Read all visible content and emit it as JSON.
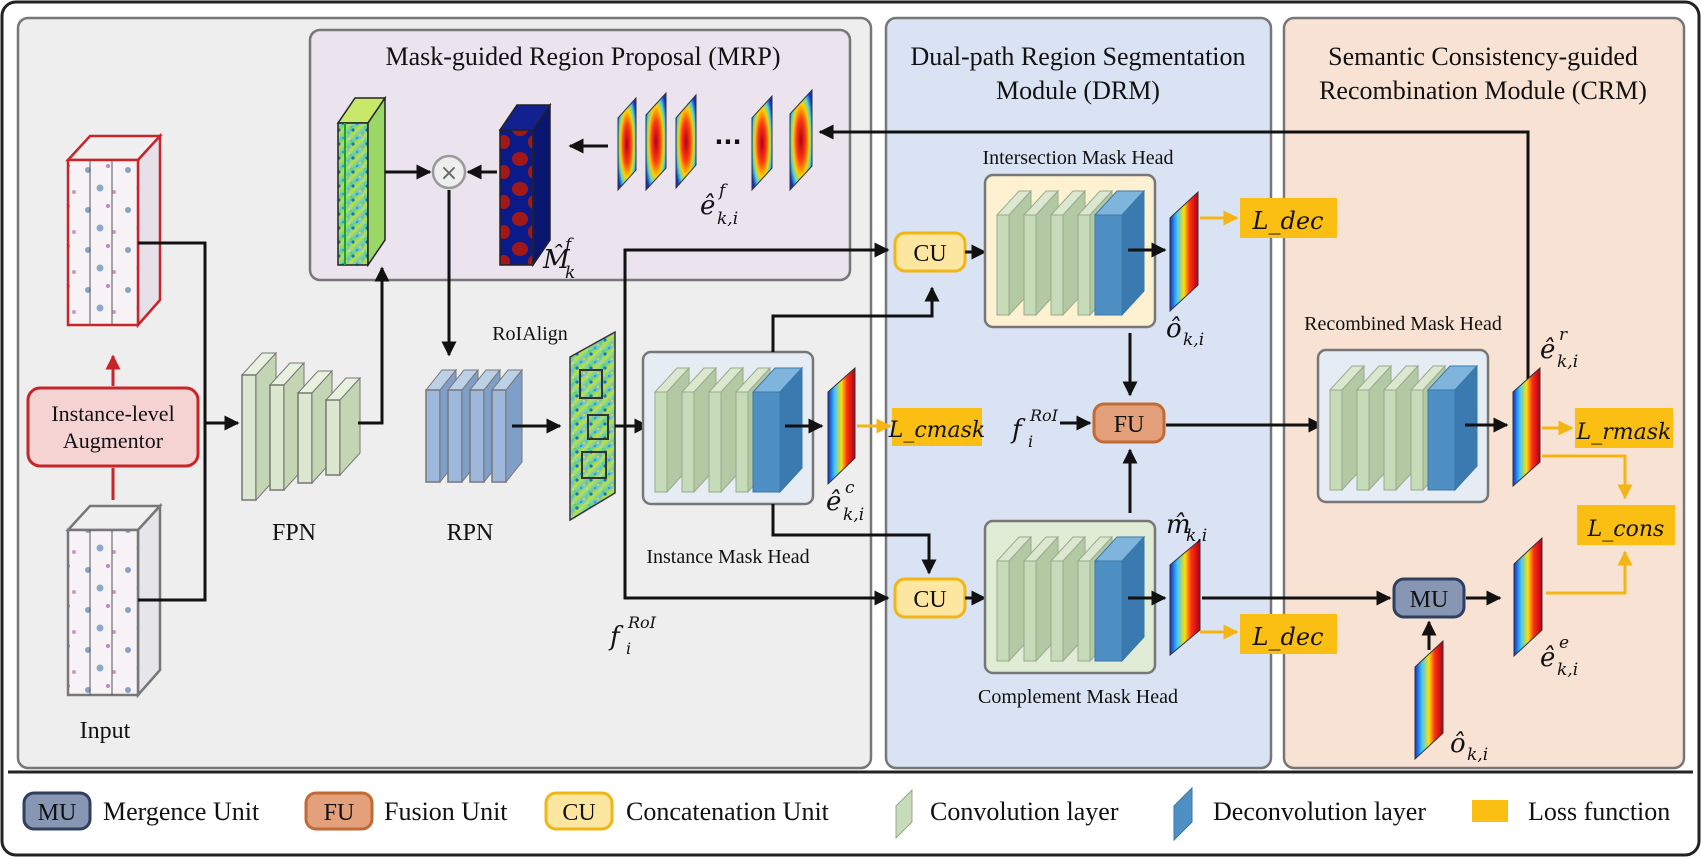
{
  "colors": {
    "panel_left_bg": "#eeeeee",
    "panel_mrp_bg": "#ebe3ee",
    "panel_drm_bg": "#d9e3f3",
    "panel_crm_bg": "#f8e2d3",
    "conv_green": "#c6dbb8",
    "deconv_blue": "#4f90c4",
    "fpn_green": "#dbe8cf",
    "rpn_blue": "#9db8da",
    "loss_yellow": "#fbbf14",
    "cu_fill": "#fde6a0",
    "cu_border": "#f1b515",
    "fu_fill": "#e4a07a",
    "fu_border": "#c26a35",
    "mu_fill": "#8796b3",
    "mu_border": "#2f3f60",
    "augmentor_fill": "#f6d3d3",
    "augmentor_border": "#c8252a"
  },
  "panels": {
    "mrp_title": "Mask-guided Region Proposal (MRP)",
    "drm_title_line1": "Dual-path Region Segmentation",
    "drm_title_line2": "Module (DRM)",
    "crm_title_line1": "Semantic Consistency-guided",
    "crm_title_line2": "Recombination Module (CRM)"
  },
  "labels": {
    "augmentor_line1": "Instance-level",
    "augmentor_line2": "Augmentor",
    "input": "Input",
    "fpn": "FPN",
    "rpn": "RPN",
    "roialign": "RoIAlign",
    "instance_mask_head": "Instance Mask Head",
    "intersection_mask_head": "Intersection Mask Head",
    "complement_mask_head": "Complement Mask Head",
    "recombined_mask_head": "Recombined Mask Head",
    "ellipsis": "···",
    "multiply": "×"
  },
  "units": {
    "cu": "CU",
    "fu": "FU",
    "mu": "MU"
  },
  "losses": {
    "dec_top": "L_dec",
    "cmask": "L_cmask",
    "rmask": "L_rmask",
    "cons": "L_cons",
    "dec_bottom": "L_dec"
  },
  "math": {
    "e_f": "ê",
    "e_f_sub": "k,i",
    "e_f_sup": "f",
    "M_f": "M̂",
    "M_f_sub": "k",
    "M_f_sup": "f",
    "e_c": "ê",
    "e_c_sub": "k,i",
    "e_c_sup": "c",
    "o_top": "ô",
    "o_top_sub": "k,i",
    "m_hat": "m̂",
    "m_hat_sub": "k,i",
    "e_r": "ê",
    "e_r_sub": "k,i",
    "e_r_sup": "r",
    "e_e": "ê",
    "e_e_sub": "k,i",
    "e_e_sup": "e",
    "o_bottom": "ô",
    "o_bottom_sub": "k,i",
    "f_roi_main": "f",
    "f_roi_sub": "i",
    "f_roi_sup": "RoI"
  },
  "legend": {
    "mu_label": "Mergence Unit",
    "fu_label": "Fusion Unit",
    "cu_label": "Concatenation Unit",
    "conv_label": "Convolution layer",
    "deconv_label": "Deconvolution layer",
    "loss_label": "Loss function"
  }
}
